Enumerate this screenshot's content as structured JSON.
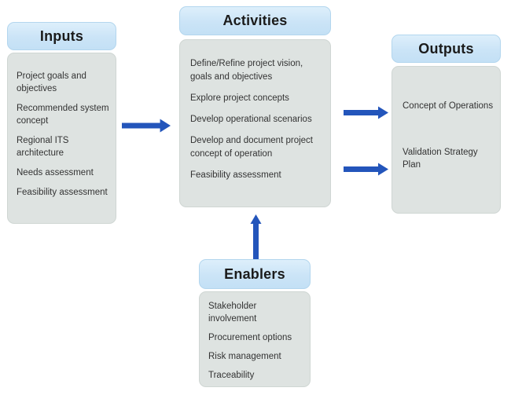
{
  "colors": {
    "header_fill": "#cbe4f7",
    "body_fill": "#dee3e1",
    "arrow": "#2355bb",
    "title_text": "#1b1b1b",
    "body_text": "#333333"
  },
  "boxes": {
    "inputs": {
      "title": "Inputs",
      "items": [
        "Project goals and objectives",
        "Recommended system concept",
        "Regional ITS architecture",
        "Needs assessment",
        "Feasibility assessment"
      ]
    },
    "activities": {
      "title": "Activities",
      "items": [
        "Define/Refine project vision, goals and objectives",
        "Explore project concepts",
        "Develop operational scenarios",
        "Develop and document project concept of operation",
        "Feasibility assessment"
      ]
    },
    "outputs": {
      "title": "Outputs",
      "items": [
        "Concept of Operations",
        "Validation Strategy Plan"
      ]
    },
    "enablers": {
      "title": "Enablers",
      "items": [
        "Stakeholder involvement",
        "Procurement options",
        "Risk management",
        "Traceability"
      ]
    }
  },
  "arrows": {
    "inputs_to_activities": "right-arrow",
    "activities_to_outputs_top": "right-arrow",
    "activities_to_outputs_bottom": "right-arrow",
    "enablers_to_activities": "up-arrow"
  }
}
